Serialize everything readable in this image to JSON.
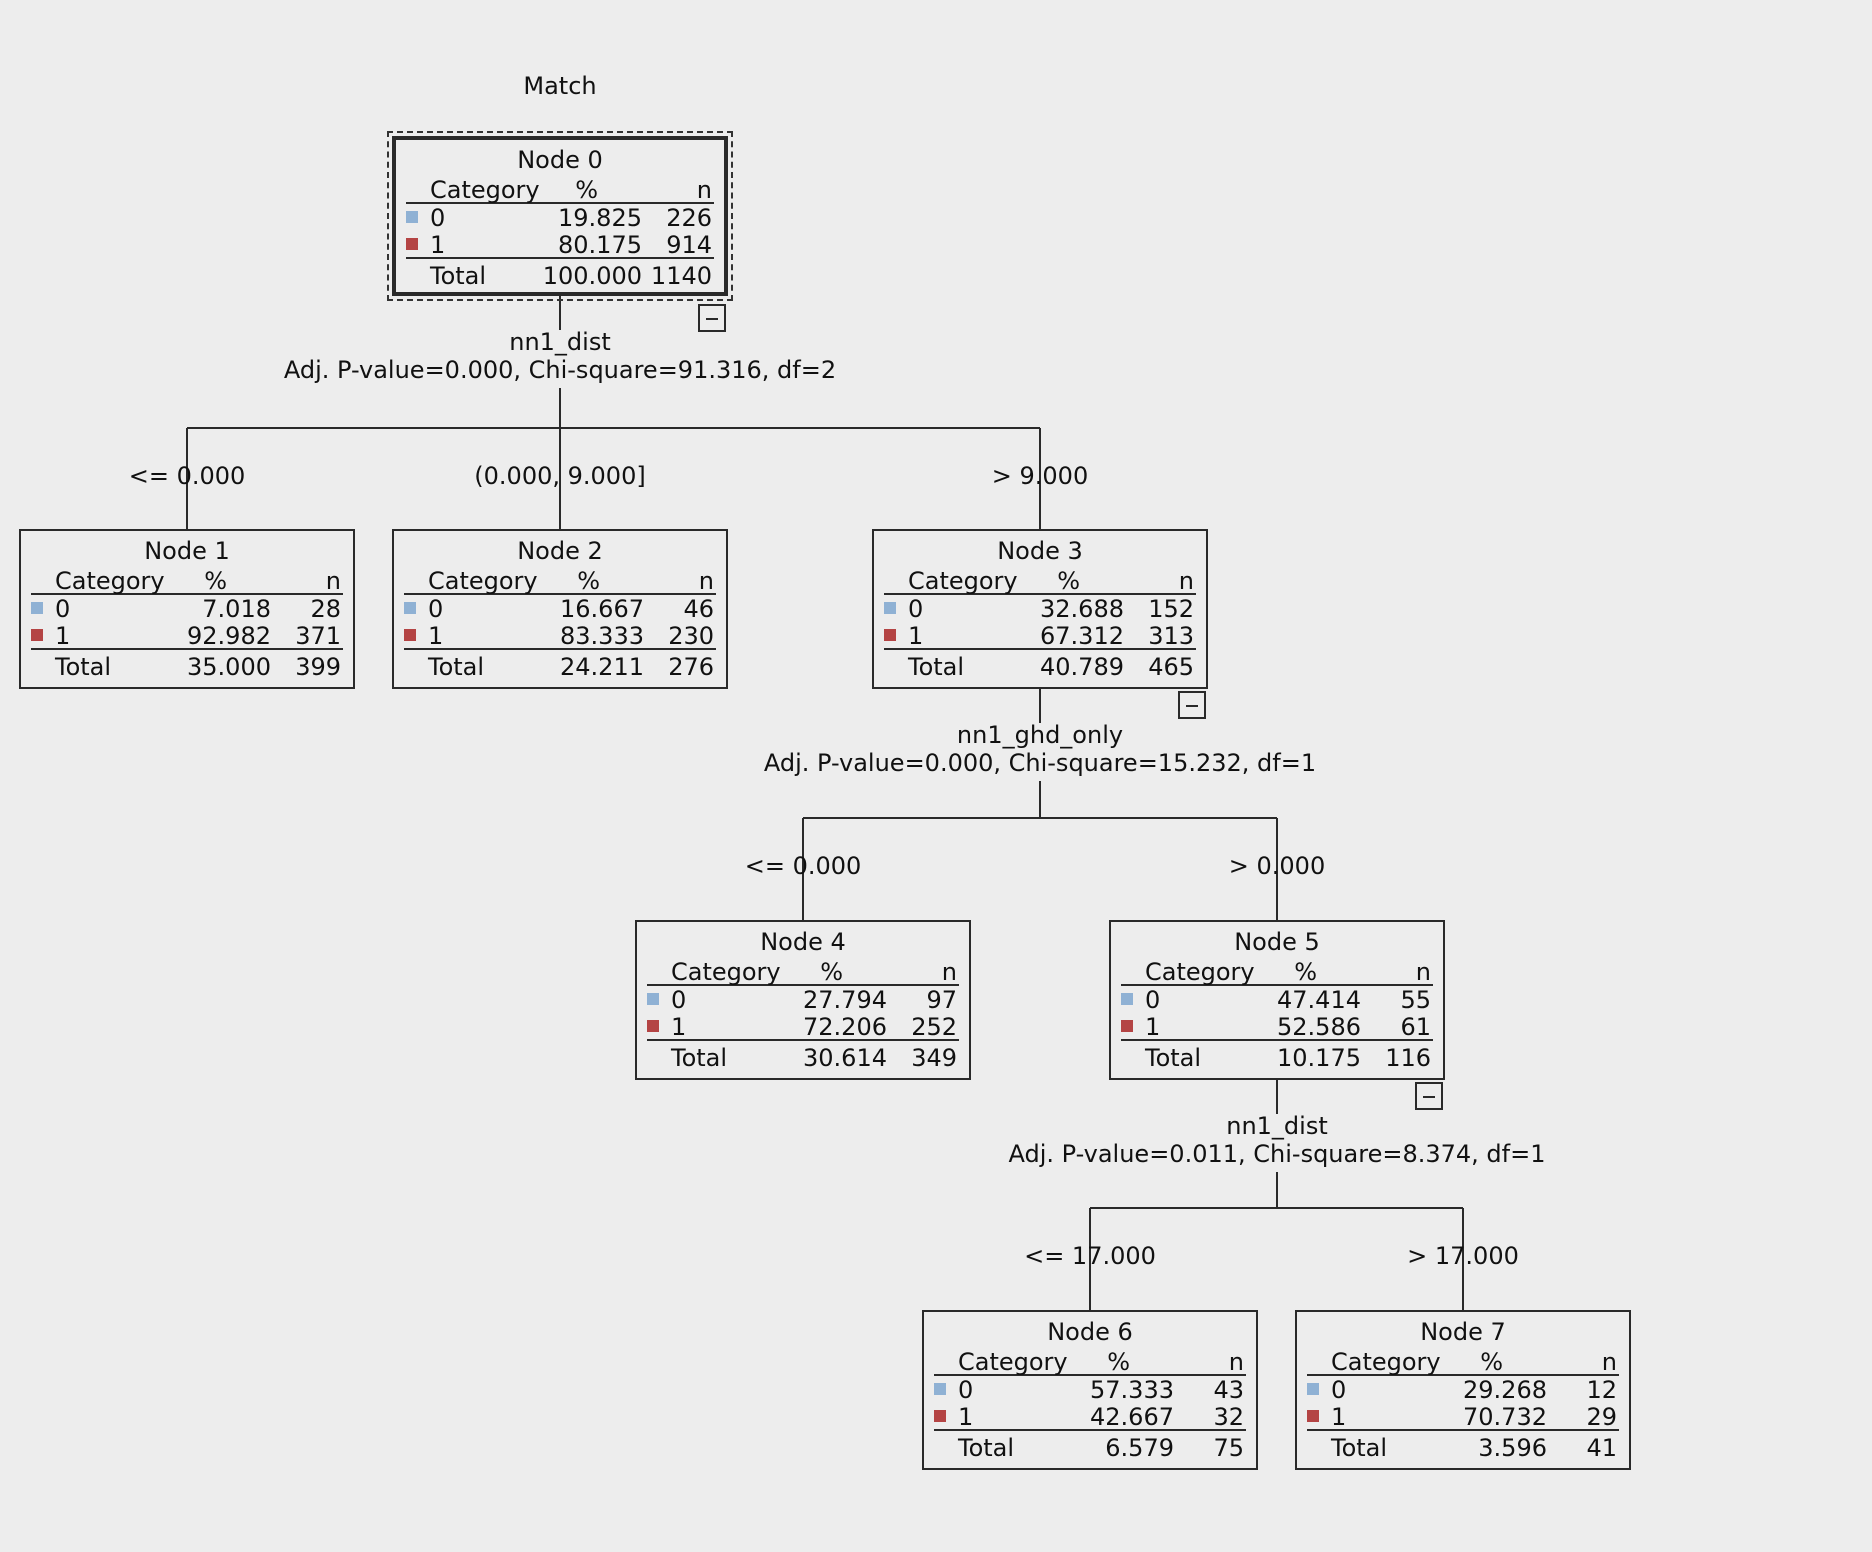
{
  "title": "Match",
  "legend_colors": {
    "0": "#8fb1d4",
    "1": "#b44444"
  },
  "table_header": {
    "category": "Category",
    "pct": "%",
    "n": "n"
  },
  "total_label": "Total",
  "collapse_icon": "minus-icon",
  "nodes": [
    {
      "id": 0,
      "label": "Node 0",
      "selected": true,
      "rows": [
        {
          "cat": "0",
          "pct": "19.825",
          "n": "226"
        },
        {
          "cat": "1",
          "pct": "80.175",
          "n": "914"
        }
      ],
      "total": {
        "pct": "100.000",
        "n": "1140"
      },
      "split": {
        "variable": "nn1_dist",
        "stats": "Adj. P-value=0.000, Chi-square=91.316, df=2"
      }
    },
    {
      "id": 1,
      "label": "Node 1",
      "parent": 0,
      "condition": "<= 0.000",
      "rows": [
        {
          "cat": "0",
          "pct": "7.018",
          "n": "28"
        },
        {
          "cat": "1",
          "pct": "92.982",
          "n": "371"
        }
      ],
      "total": {
        "pct": "35.000",
        "n": "399"
      }
    },
    {
      "id": 2,
      "label": "Node 2",
      "parent": 0,
      "condition": "(0.000, 9.000]",
      "rows": [
        {
          "cat": "0",
          "pct": "16.667",
          "n": "46"
        },
        {
          "cat": "1",
          "pct": "83.333",
          "n": "230"
        }
      ],
      "total": {
        "pct": "24.211",
        "n": "276"
      }
    },
    {
      "id": 3,
      "label": "Node 3",
      "parent": 0,
      "condition": "> 9.000",
      "rows": [
        {
          "cat": "0",
          "pct": "32.688",
          "n": "152"
        },
        {
          "cat": "1",
          "pct": "67.312",
          "n": "313"
        }
      ],
      "total": {
        "pct": "40.789",
        "n": "465"
      },
      "split": {
        "variable": "nn1_ghd_only",
        "stats": "Adj. P-value=0.000, Chi-square=15.232, df=1"
      }
    },
    {
      "id": 4,
      "label": "Node 4",
      "parent": 3,
      "condition": "<= 0.000",
      "rows": [
        {
          "cat": "0",
          "pct": "27.794",
          "n": "97"
        },
        {
          "cat": "1",
          "pct": "72.206",
          "n": "252"
        }
      ],
      "total": {
        "pct": "30.614",
        "n": "349"
      }
    },
    {
      "id": 5,
      "label": "Node 5",
      "parent": 3,
      "condition": "> 0.000",
      "rows": [
        {
          "cat": "0",
          "pct": "47.414",
          "n": "55"
        },
        {
          "cat": "1",
          "pct": "52.586",
          "n": "61"
        }
      ],
      "total": {
        "pct": "10.175",
        "n": "116"
      },
      "split": {
        "variable": "nn1_dist",
        "stats": "Adj. P-value=0.011, Chi-square=8.374, df=1"
      }
    },
    {
      "id": 6,
      "label": "Node 6",
      "parent": 5,
      "condition": "<= 17.000",
      "rows": [
        {
          "cat": "0",
          "pct": "57.333",
          "n": "43"
        },
        {
          "cat": "1",
          "pct": "42.667",
          "n": "32"
        }
      ],
      "total": {
        "pct": "6.579",
        "n": "75"
      }
    },
    {
      "id": 7,
      "label": "Node 7",
      "parent": 5,
      "condition": "> 17.000",
      "rows": [
        {
          "cat": "0",
          "pct": "29.268",
          "n": "12"
        },
        {
          "cat": "1",
          "pct": "70.732",
          "n": "29"
        }
      ],
      "total": {
        "pct": "3.596",
        "n": "41"
      }
    }
  ]
}
